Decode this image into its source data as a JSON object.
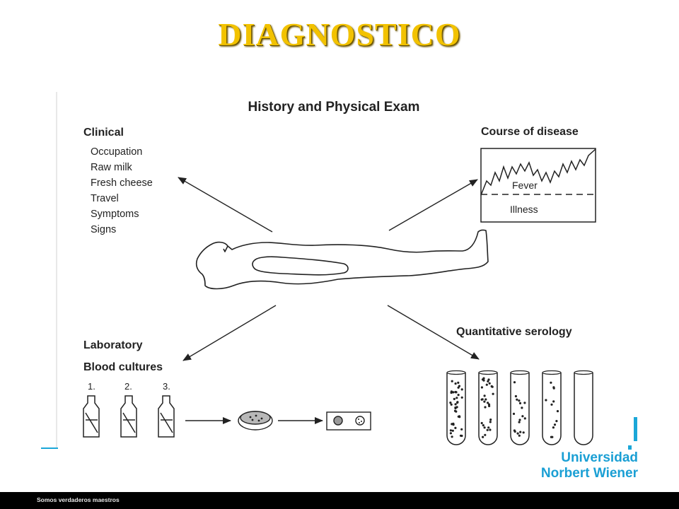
{
  "slide": {
    "title": "DIAGNOSTICO",
    "footer_text": "Somos verdaderos maestros",
    "logo": {
      "line1": "Universidad",
      "line2": "Norbert Wiener",
      "color": "#1a9fd4"
    },
    "title_color": "#f2c200"
  },
  "diagram": {
    "title": "History and Physical Exam",
    "clinical": {
      "heading": "Clinical",
      "items": [
        "Occupation",
        "Raw milk",
        "Fresh cheese",
        "Travel",
        "Symptoms",
        "Signs"
      ]
    },
    "course": {
      "heading": "Course of disease",
      "fever_label": "Fever",
      "illness_label": "Illness"
    },
    "laboratory": {
      "heading": "Laboratory",
      "subheading": "Blood cultures",
      "bottle_labels": [
        "1.",
        "2.",
        "3."
      ]
    },
    "serology": {
      "heading": "Quantitative serology",
      "tube_count": 5
    }
  }
}
